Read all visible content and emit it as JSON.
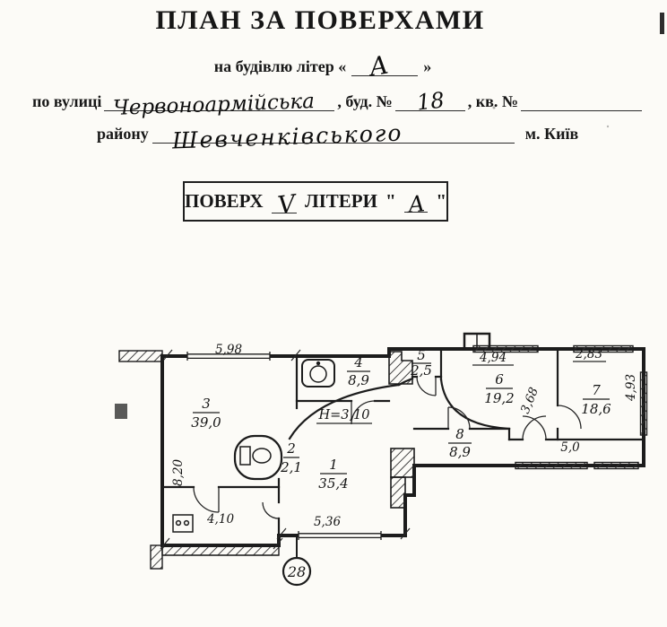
{
  "header": {
    "title": "ПЛАН ЗА ПОВЕРХАМИ",
    "building_line": {
      "prefix": "на будівлю літер «",
      "letter": "А",
      "suffix": "»"
    },
    "address_line": {
      "street_label": "по вулиці",
      "street_value": "Червоноармійська",
      "building_label": ", буд. №",
      "building_value": "18",
      "apt_label": ", кв. №"
    },
    "district_line": {
      "district_label": "району",
      "district_value": "Шевченківського",
      "city": "м. Київ"
    }
  },
  "stamp": {
    "floor_label": "ПОВЕРХ",
    "floor_value": "V",
    "letter_label": "ЛІТЕРИ",
    "quote_open": "\"",
    "letter_value": "А",
    "quote_close": "\""
  },
  "plan": {
    "height_note": "Н=3,10",
    "sheet_badge": "28",
    "rooms": [
      {
        "num": "1",
        "area": "35,4"
      },
      {
        "num": "2",
        "area": "2,1"
      },
      {
        "num": "3",
        "area": "39,0"
      },
      {
        "num": "4",
        "area": "8,9"
      },
      {
        "num": "5",
        "area": "2,5"
      },
      {
        "num": "6",
        "area": "19,2"
      },
      {
        "num": "7",
        "area": "18,6"
      },
      {
        "num": "8",
        "area": "8,9"
      }
    ],
    "dimensions": {
      "room3_top": "5,98",
      "room3_left": "8,20",
      "corridor_bottom": "4,10",
      "room1_bottom": "5,36",
      "room6_top": "4,94",
      "room7_top": "2,83",
      "room7_right": "4,93",
      "room6_arc": "3,68",
      "corridor_right": "5,0"
    }
  }
}
